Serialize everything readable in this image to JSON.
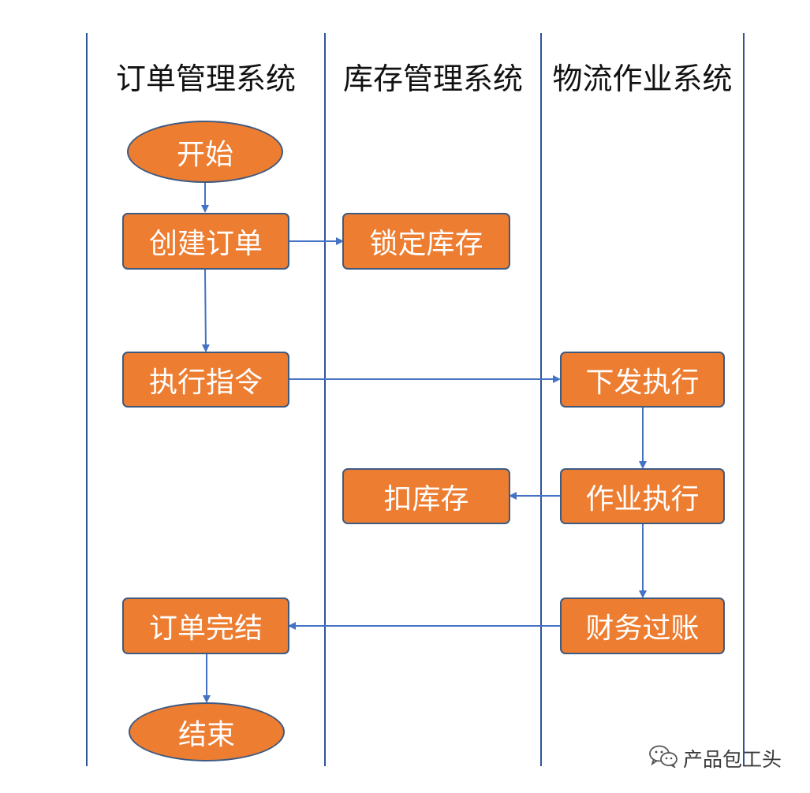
{
  "colors": {
    "node_fill": "#ED7D31",
    "node_border": "#3F5A80",
    "lane_line": "#2F5597",
    "arrow": "#4472C4",
    "title_text": "#111111",
    "node_text": "#FFFFFF"
  },
  "lanes": [
    {
      "title": "订单管理系统"
    },
    {
      "title": "库存管理系统"
    },
    {
      "title": "物流作业系统"
    }
  ],
  "nodes": {
    "start": "开始",
    "create_order": "创建订单",
    "lock_stock": "锁定库存",
    "exec_command": "执行指令",
    "dispatch": "下发执行",
    "deduct_stock": "扣库存",
    "operation": "作业执行",
    "finance_post": "财务过账",
    "order_done": "订单完结",
    "end": "结束"
  },
  "edges": [
    {
      "from": "start",
      "to": "create_order"
    },
    {
      "from": "create_order",
      "to": "lock_stock"
    },
    {
      "from": "create_order",
      "to": "exec_command"
    },
    {
      "from": "exec_command",
      "to": "dispatch"
    },
    {
      "from": "dispatch",
      "to": "operation"
    },
    {
      "from": "operation",
      "to": "deduct_stock"
    },
    {
      "from": "operation",
      "to": "finance_post"
    },
    {
      "from": "finance_post",
      "to": "order_done"
    },
    {
      "from": "order_done",
      "to": "end"
    }
  ],
  "watermark": {
    "icon": "wechat-icon",
    "text": "产品包工头"
  }
}
